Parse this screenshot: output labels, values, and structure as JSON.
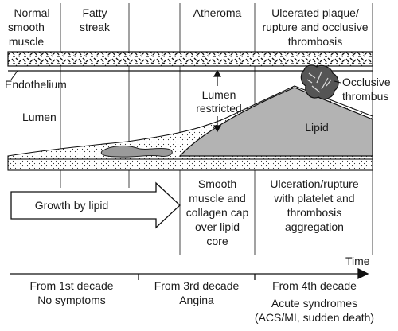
{
  "stages": {
    "normal": [
      "Normal",
      "smooth",
      "muscle"
    ],
    "fatty": [
      "Fatty",
      "streak"
    ],
    "atheroma": [
      "Atheroma"
    ],
    "ulcerated": [
      "Ulcerated plaque/",
      "rupture and occlusive",
      "thrombosis"
    ]
  },
  "labels": {
    "endothelium": "Endothelium",
    "lumen": "Lumen",
    "lumen_restricted": [
      "Lumen",
      "restricted"
    ],
    "lipid": "Lipid",
    "occlusive_thrombus": [
      "Occlusive",
      "thrombus"
    ]
  },
  "growth_arrow": "Growth by lipid",
  "mechanisms": {
    "cap": [
      "Smooth",
      "muscle and",
      "collagen cap",
      "over lipid",
      "core"
    ],
    "rupture": [
      "Ulceration/rupture",
      "with platelet and",
      "thrombosis",
      "aggregation"
    ]
  },
  "timeline": {
    "label": "Time",
    "periods": [
      {
        "when": "From 1st decade",
        "outcome": [
          "No symptoms"
        ]
      },
      {
        "when": "From 3rd decade",
        "outcome": [
          "Angina"
        ]
      },
      {
        "when": "From 4th decade",
        "outcome": [
          "Acute syndromes",
          "(ACS/MI, sudden death)"
        ]
      }
    ]
  }
}
